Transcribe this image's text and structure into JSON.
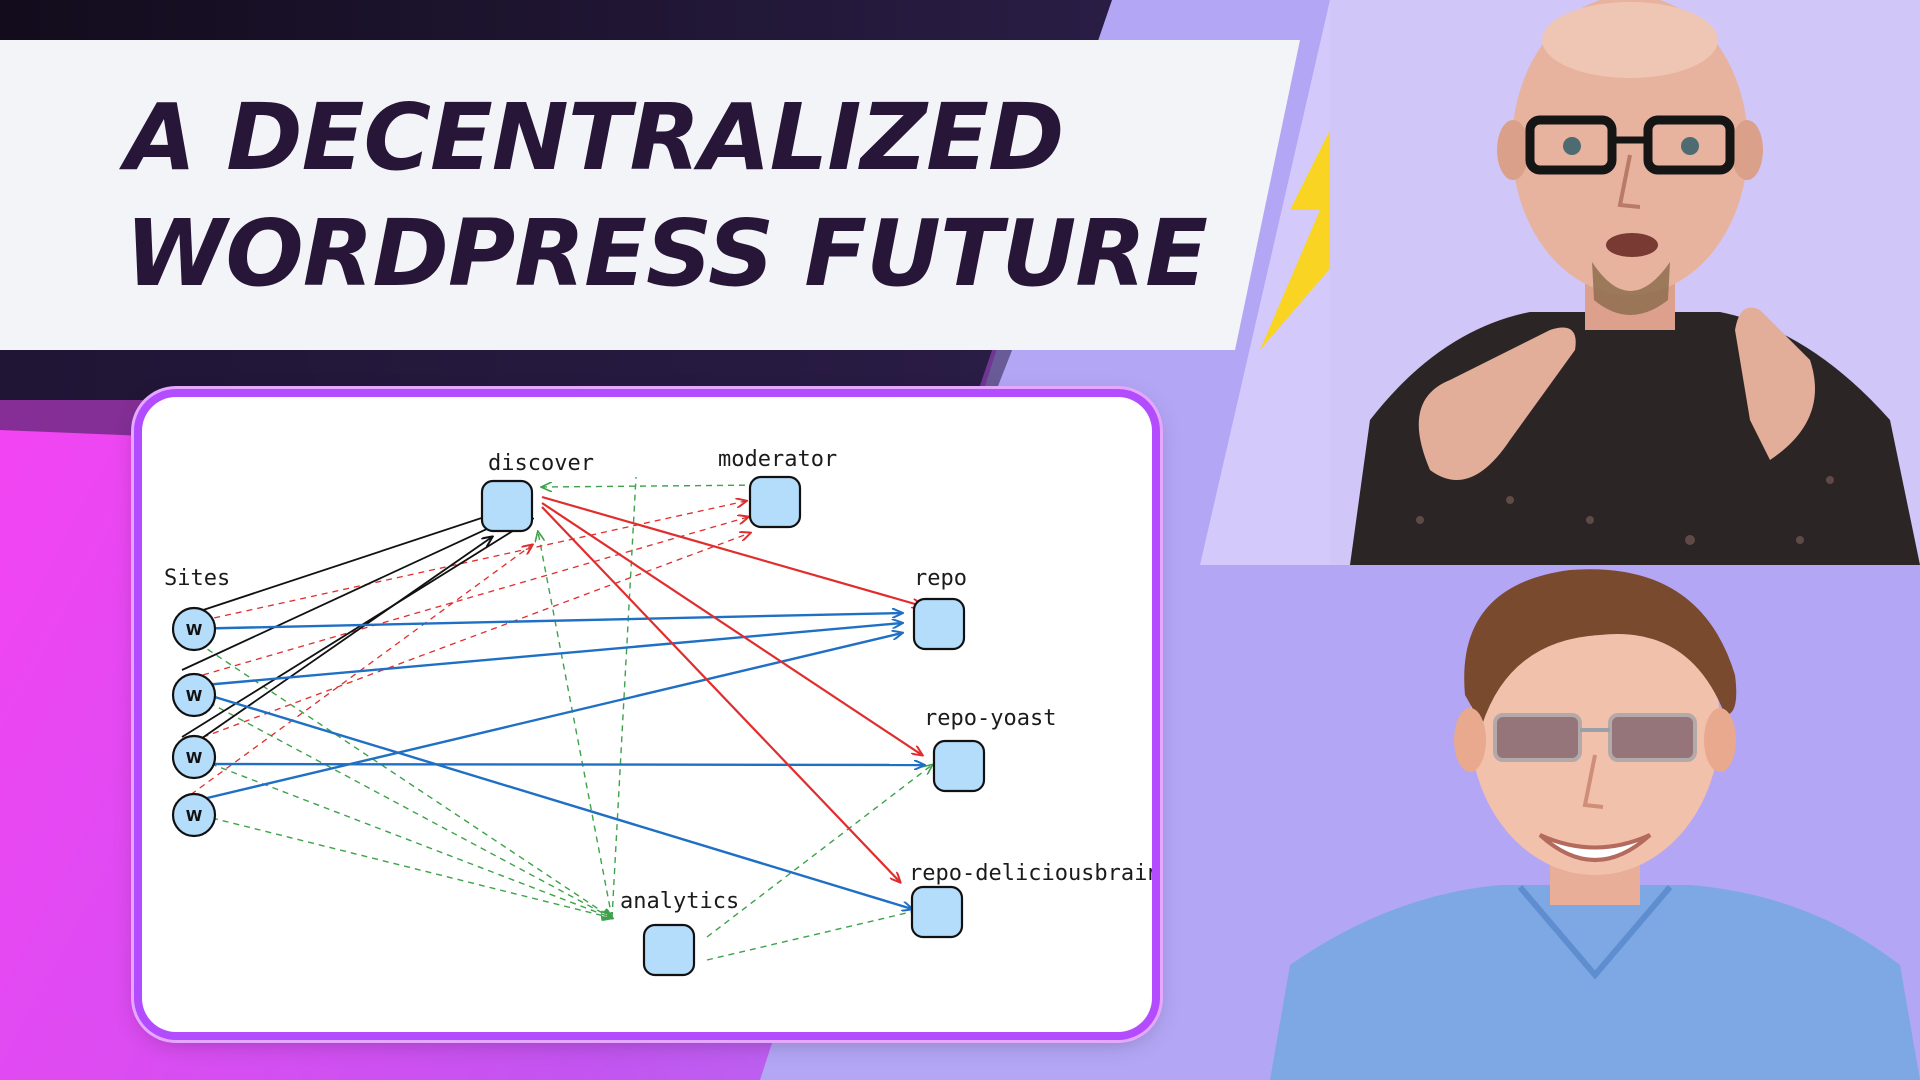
{
  "thumbnail": {
    "title_line_1": "A DECENTRALIZED",
    "title_line_2": "WORDPRESS FUTURE",
    "icons": [
      "lightning-bolt-icon",
      "wordpress-w-icon"
    ],
    "colors": {
      "title_text": "#271638",
      "banner": "#f3f4f8",
      "bolt": "#f9d423",
      "dark_band": "#1c1430",
      "magenta": "#ff48f2",
      "lavender": "#b3a6f5",
      "card_border": "#b34cff",
      "node_fill": "#b4dcfb",
      "edge_black": "#111111",
      "edge_blue": "#1f6fc5",
      "edge_red": "#e02d2d",
      "edge_green": "#3da24a"
    }
  },
  "diagram": {
    "sites_label": "Sites",
    "site_node_letter": "W",
    "nodes": {
      "discover": "discover",
      "moderator": "moderator",
      "repo": "repo",
      "repo_yoast": "repo-yoast",
      "repo_deliciousbrains": "repo-deliciousbrains",
      "analytics": "analytics"
    }
  }
}
